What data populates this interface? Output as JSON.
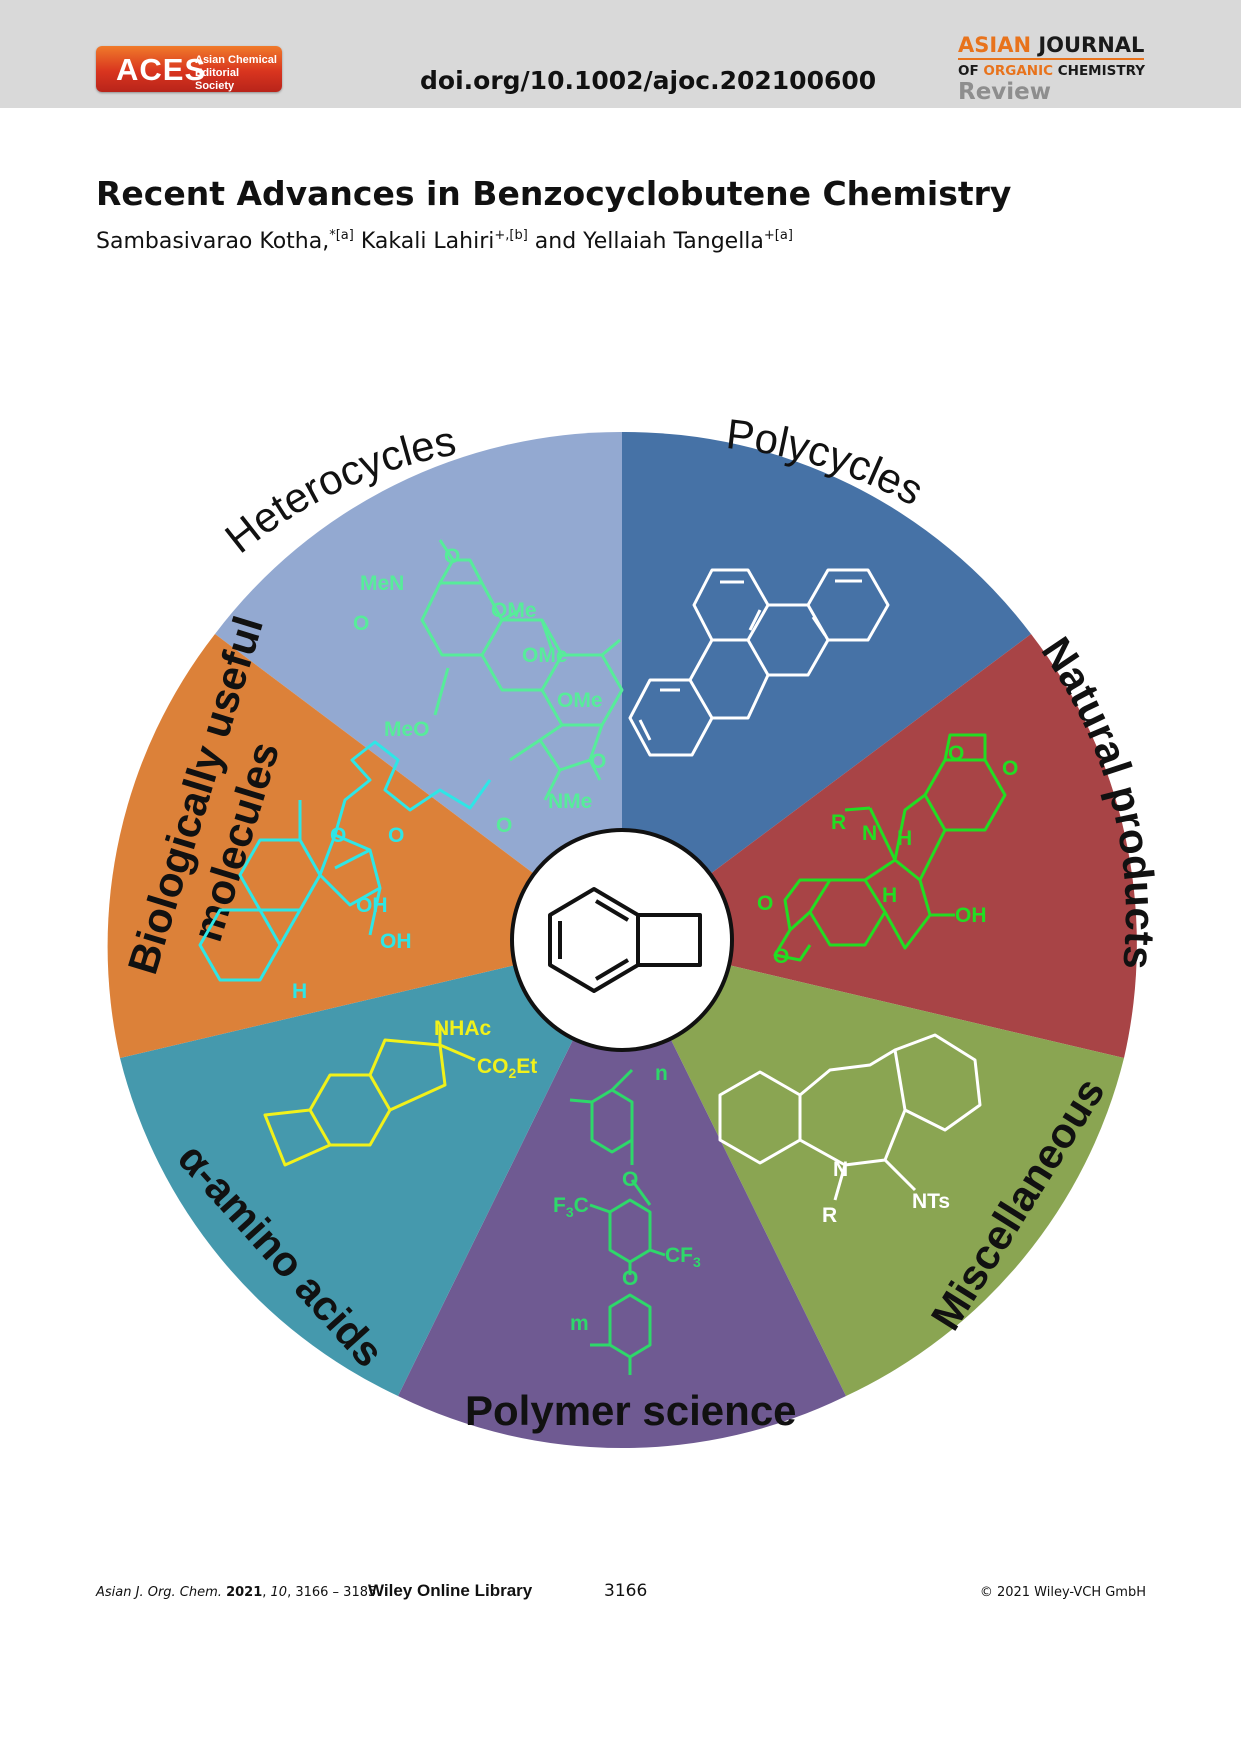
{
  "header": {
    "society_logo_main": "ACES",
    "society_logo_line1": "Asian Chemical",
    "society_logo_line2": "Editorial Society",
    "doi": "doi.org/10.1002/ajoc.202100600",
    "journal_line1_a": "ASIAN",
    "journal_line1_b": "JOURNAL",
    "journal_line2_a": "OF",
    "journal_line2_b": "ORGANIC",
    "journal_line2_c": "CHEMISTRY",
    "article_type": "Review"
  },
  "article": {
    "title": "Recent Advances in Benzocyclobutene Chemistry",
    "author1": "Sambasivarao Kotha,",
    "author1_sup": "*[a]",
    "author2": "Kakali Lahiri",
    "author2_sup": "+,[b]",
    "author3_prefix": "and Yellaiah Tangella",
    "author3_sup": "+[a]"
  },
  "graphic": {
    "colors": {
      "heterocycles": "#93a9d1",
      "polycycles": "#4672a6",
      "natural_products": "#a84446",
      "miscellaneous": "#8aa552",
      "polymer_science": "#6f5a92",
      "amino_acids": "#4599ad",
      "biologically_useful": "#dc8139",
      "mint": "#57ec9a",
      "cyan": "#2ee6e6",
      "green": "#22dd22",
      "yellow": "#f1f11a",
      "polymer_green": "#2ed86a"
    },
    "sectors": {
      "heterocycles": "Heterocycles",
      "polycycles": "Polycycles",
      "natural_products": "Natural products",
      "miscellaneous": "Miscellaneous",
      "polymer_science": "Polymer science",
      "amino_acids": "α-amino acids",
      "biologically_useful_line1": "Biologically useful",
      "biologically_useful_line2": "molecules"
    },
    "labels": {
      "het_men": "MeN",
      "het_o1": "O",
      "het_o2": "O",
      "het_ome1": "OMe",
      "het_ome2": "OMe",
      "het_ome3": "OMe",
      "het_meo": "MeO",
      "het_o3": "O",
      "het_o4": "O",
      "het_nme": "NMe",
      "bio_o1": "O",
      "bio_o2": "O",
      "bio_oh1": "OH",
      "bio_oh2": "OH",
      "bio_h": "H",
      "nat_o1": "O",
      "nat_o2": "O",
      "nat_r": "R",
      "nat_n": "N",
      "nat_h1": "H",
      "nat_h2": "H",
      "nat_o3": "O",
      "nat_o4": "O",
      "nat_oh": "OH",
      "amino_nhac": "NHAc",
      "amino_co2et": "CO",
      "amino_co2et_sub": "2",
      "amino_co2et_end": "Et",
      "poly_n": "n",
      "poly_o1": "O",
      "poly_f3c": "F",
      "poly_f3c_sub": "3",
      "poly_f3c_end": "C",
      "poly_cf3": "CF",
      "poly_cf3_sub": "3",
      "poly_o2": "O",
      "poly_m": "m",
      "misc_n": "N",
      "misc_r": "R",
      "misc_nts": "NTs"
    }
  },
  "footer": {
    "journal_abbrev": "Asian J. Org. Chem.",
    "year": "2021",
    "volume": "10",
    "pages": ", 3166 – 3185",
    "library": "Wiley Online Library",
    "page_number": "3166",
    "copyright": "© 2021 Wiley-VCH GmbH"
  }
}
